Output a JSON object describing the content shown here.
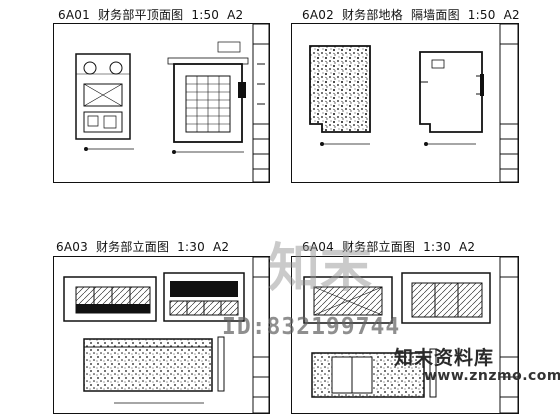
{
  "sheets": [
    {
      "title": "6A01  财务部平顶面图  1:50  A2"
    },
    {
      "title": "6A02  财务部地格  隔墙面图  1:50  A2"
    },
    {
      "title": "6A03  财务部立面图  1:30  A2"
    },
    {
      "title": "6A04  财务部立面图  1:30  A2"
    }
  ],
  "watermark": {
    "id_text": "ID:832199744",
    "brand": "知末资料库",
    "url": "www.znzmo.com",
    "big_char": "知末"
  },
  "colors": {
    "line": "#111111",
    "watermark": "#888888",
    "background": "#ffffff"
  }
}
